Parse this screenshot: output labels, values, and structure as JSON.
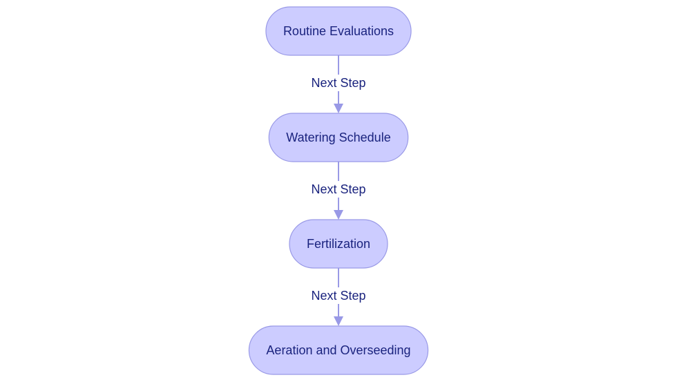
{
  "flowchart": {
    "nodes": [
      {
        "id": "routine-evaluations",
        "label": "Routine Evaluations"
      },
      {
        "id": "watering-schedule",
        "label": "Watering Schedule"
      },
      {
        "id": "fertilization",
        "label": "Fertilization"
      },
      {
        "id": "aeration-and-overseeding",
        "label": "Aeration and Overseeding"
      }
    ],
    "edges": [
      {
        "from": "routine-evaluations",
        "to": "watering-schedule",
        "label": "Next Step"
      },
      {
        "from": "watering-schedule",
        "to": "fertilization",
        "label": "Next Step"
      },
      {
        "from": "fertilization",
        "to": "aeration-and-overseeding",
        "label": "Next Step"
      }
    ],
    "colors": {
      "node_fill": "#ccccff",
      "node_border": "#9999e6",
      "edge": "#9999e6",
      "text": "#1a237e"
    }
  }
}
